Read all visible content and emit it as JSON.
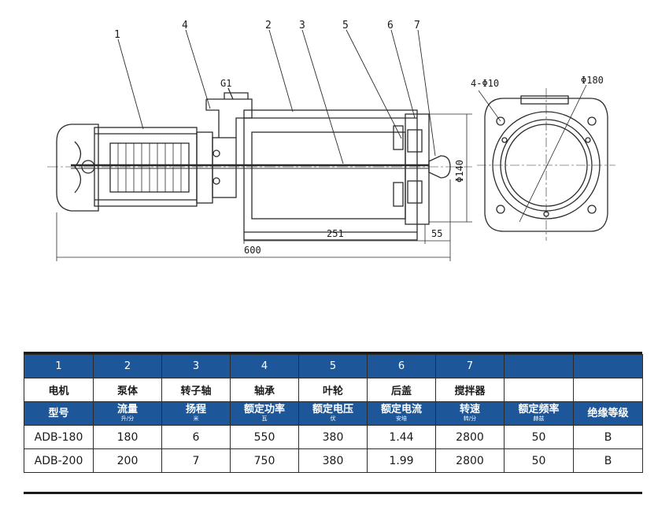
{
  "drawing": {
    "part_numbers": [
      "1",
      "4",
      "2",
      "3",
      "5",
      "6",
      "7"
    ],
    "thread_label": "G1",
    "dimensions": {
      "overall_length": "600",
      "body_length": "251",
      "cap_length": "55",
      "diameter": "Φ140"
    },
    "end_view": {
      "bolt_holes": "4-Φ10",
      "flange_diameter": "Φ180"
    }
  },
  "table": {
    "part_index": [
      "1",
      "2",
      "3",
      "4",
      "5",
      "6",
      "7",
      "",
      ""
    ],
    "part_names": [
      "电机",
      "泵体",
      "转子轴",
      "轴承",
      "叶轮",
      "后盖",
      "搅拌器",
      "",
      ""
    ],
    "headers": [
      {
        "label": "型号",
        "unit": ""
      },
      {
        "label": "流量",
        "unit": "升/分"
      },
      {
        "label": "扬程",
        "unit": "米"
      },
      {
        "label": "额定功率",
        "unit": "瓦"
      },
      {
        "label": "额定电压",
        "unit": "伏"
      },
      {
        "label": "额定电流",
        "unit": "安培"
      },
      {
        "label": "转速",
        "unit": "转/分"
      },
      {
        "label": "额定频率",
        "unit": "赫兹"
      },
      {
        "label": "绝缘等级",
        "unit": ""
      }
    ],
    "rows": [
      [
        "ADB-180",
        "180",
        "6",
        "550",
        "380",
        "1.44",
        "2800",
        "50",
        "B"
      ],
      [
        "ADB-200",
        "200",
        "7",
        "750",
        "380",
        "1.99",
        "2800",
        "50",
        "B"
      ]
    ]
  },
  "colors": {
    "header_blue": "#1e5799",
    "line": "#2b2b2b"
  }
}
